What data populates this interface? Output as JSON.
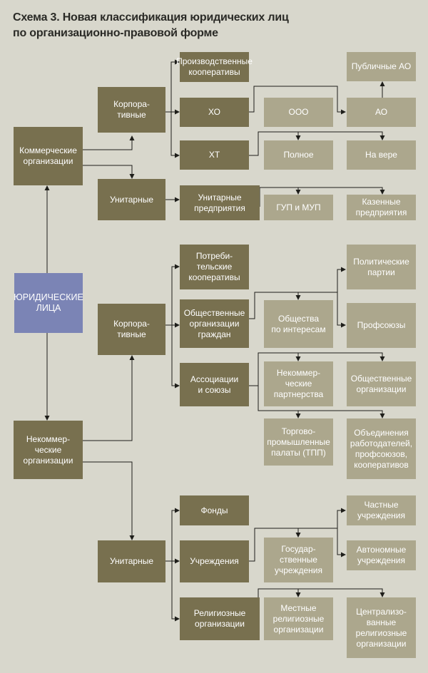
{
  "title": {
    "line1": "Схема 3. Новая классификация юридических лиц",
    "line2": "по организационно-правовой форме"
  },
  "nodes": {
    "root": "ЮРИДИЧЕСКИЕ\nЛИЦА",
    "commercial": "Коммерческие\nорганизации",
    "noncommercial": "Некоммер-\nческие\nорганизации",
    "com_corporate": "Корпора-\nтивные",
    "com_unitary": "Унитарные",
    "prod_coops": "Производственные\nкооперативы",
    "ho": "ХО",
    "ht": "ХТ",
    "unitary_enterprises": "Унитарные\nпредприятия",
    "ooo": "ООО",
    "ao": "АО",
    "public_ao": "Публичные АО",
    "full_partnership": "Полное",
    "limited_partnership": "На вере",
    "gup_mup": "ГУП и МУП",
    "treasury_enterprises": "Казенные\nпредприятия",
    "nc_corporate": "Корпора-\nтивные",
    "nc_unitary": "Унитарные",
    "consumer_coops": "Потреби-\nтельские\nкооперативы",
    "public_orgs": "Общественные\nорганизации\nграждан",
    "associations": "Ассоциации\nи союзы",
    "political_parties": "Политические\nпартии",
    "interest_societies": "Общества\nпо интересам",
    "trade_unions": "Профсоюзы",
    "nc_partnerships": "Некоммер-\nческие\nпартнерства",
    "public_organizations": "Общественные\nорганизации",
    "chambers": "Торгово-\nпромышленные\nпалаты (ТПП)",
    "employer_unions": "Объединения\nработодателей,\nпрофсоюзов,\nкооперативов",
    "funds": "Фонды",
    "institutions": "Учреждения",
    "religious_orgs": "Религиозные\nорганизации",
    "private_institutions": "Частные\nучреждения",
    "state_institutions": "Государ-\nственные\nучреждения",
    "autonomous_institutions": "Автономные\nучреждения",
    "local_religious": "Местные\nрелигиозные\nорганизации",
    "centralized_religious": "Централизо-\nванные\nрелигиозные\nорганизации"
  },
  "colors": {
    "background": "#d8d7cc",
    "dark_box": "#78704f",
    "light_box": "#aca78d",
    "root_box": "#7b84b5",
    "line": "#1e1e1a"
  }
}
